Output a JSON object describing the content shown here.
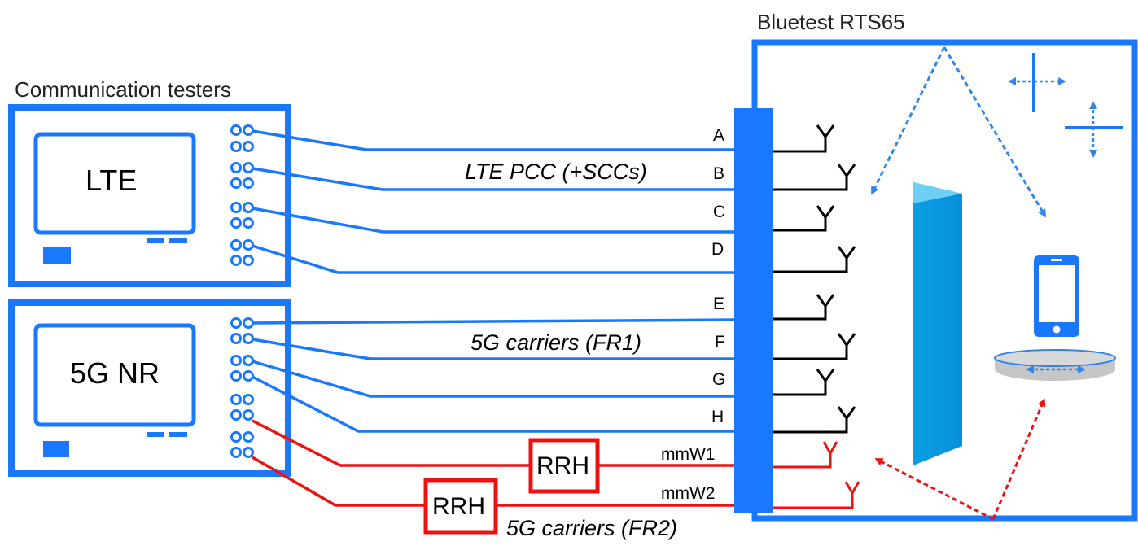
{
  "titles": {
    "communication_testers": "Communication testers",
    "chamber": "Bluetest RTS65"
  },
  "testers": {
    "lte": "LTE",
    "nr": "5G NR"
  },
  "ports": {
    "a": "A",
    "b": "B",
    "c": "C",
    "d": "D",
    "e": "E",
    "f": "F",
    "g": "G",
    "h": "H",
    "mmw1": "mmW1",
    "mmw2": "mmW2"
  },
  "annotations": {
    "lte_carriers": "LTE PCC (+SCCs)",
    "fr1_carriers": "5G carriers (FR1)",
    "fr2_carriers": "5G carriers (FR2)"
  },
  "rrh": {
    "unit1": "RRH",
    "unit2": "RRH"
  },
  "colors": {
    "blue": "#1a78ff",
    "red": "#ee1111",
    "dashed_blue": "#2e86e8",
    "panel": "#0aa0e6"
  }
}
